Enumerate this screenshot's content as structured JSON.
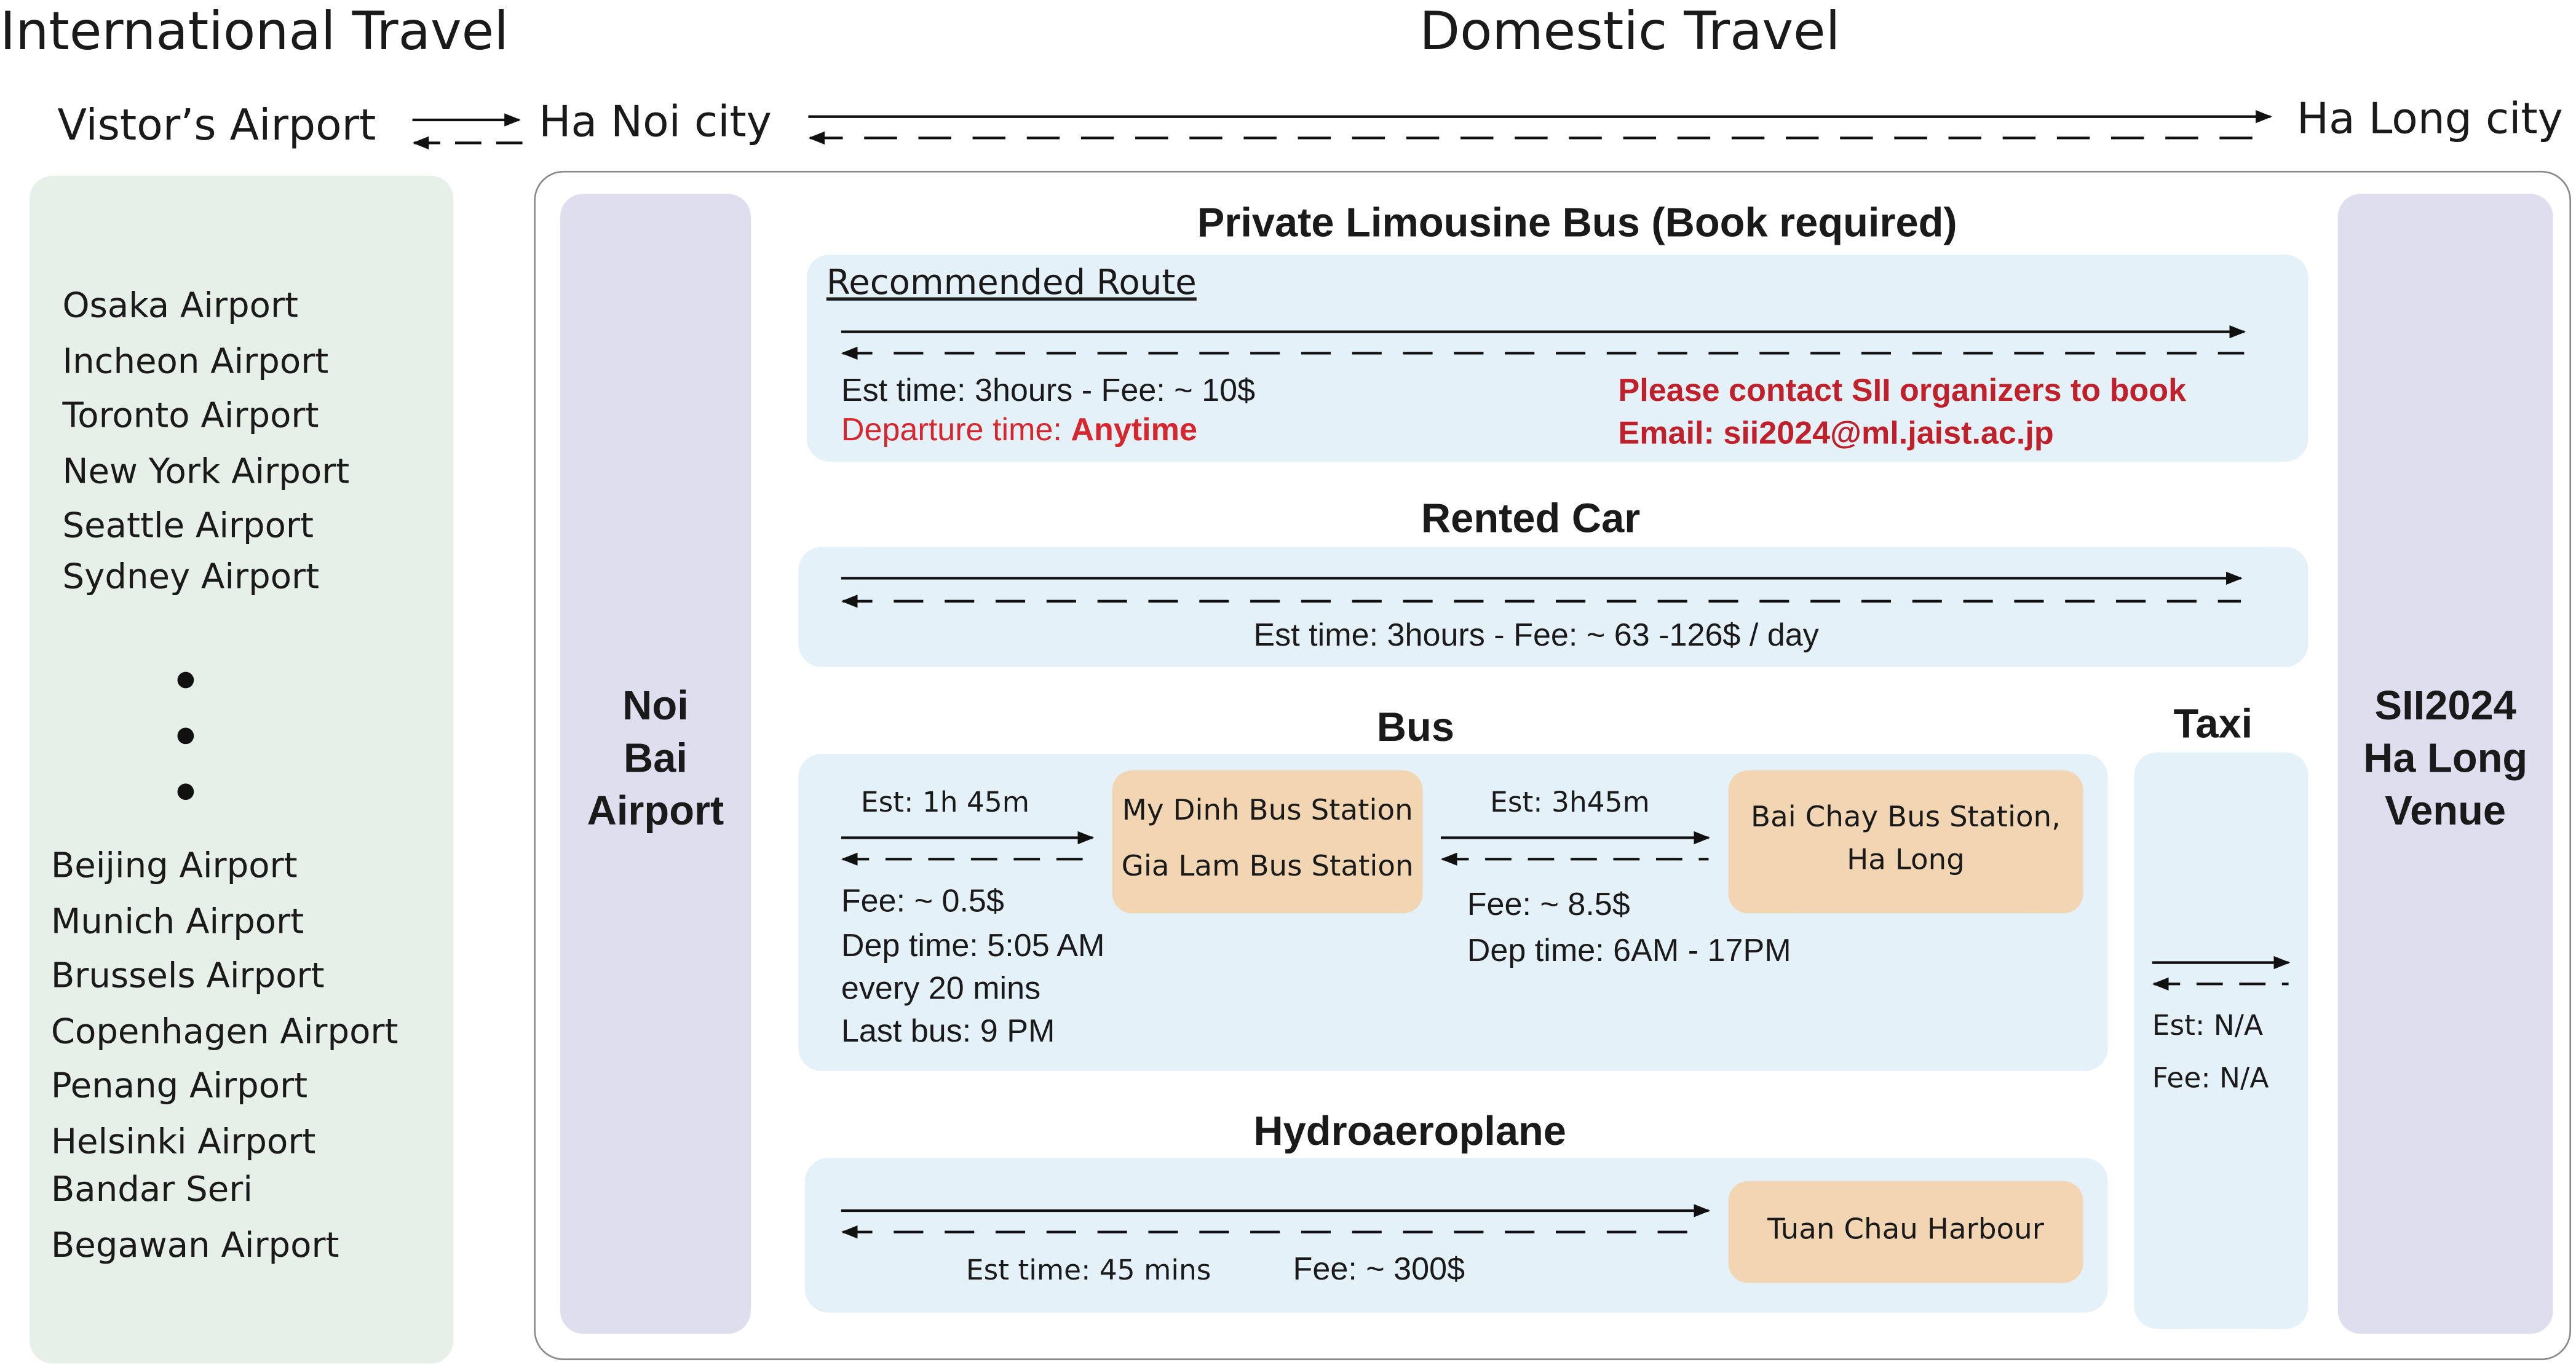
{
  "headings": {
    "international": "International Travel",
    "domestic": "Domestic Travel"
  },
  "cities": {
    "origin": "Vistor’s Airport",
    "hanoi": "Ha Noi city",
    "halong": "Ha Long city"
  },
  "airports_top": [
    "Osaka Airport",
    "Incheon Airport",
    "Toronto Airport",
    "New York Airport",
    "Seattle Airport",
    "Sydney Airport"
  ],
  "airports_bottom": [
    "Beijing Airport",
    "Munich Airport",
    "Brussels Airport",
    "Copenhagen Airport",
    "Penang Airport",
    "Helsinki Airport",
    "Bandar Seri",
    "Begawan Airport"
  ],
  "noi_bai": [
    "Noi",
    "Bai",
    "Airport"
  ],
  "venue": [
    "SII2024",
    "Ha Long",
    "Venue"
  ],
  "limousine": {
    "title": "Private Limousine Bus (Book required)",
    "recommended": "Recommended Route",
    "est": "Est time: 3hours - Fee: ~ 10$",
    "departure_label": "Departure time: ",
    "departure_value": "Anytime",
    "contact": "Please contact SII organizers to book",
    "email": "Email: sii2024@ml.jaist.ac.jp"
  },
  "rented_car": {
    "title": "Rented Car",
    "est": "Est time: 3hours - Fee: ~ 63 -126$ / day"
  },
  "bus": {
    "title": "Bus",
    "leg1_est": "Est: 1h 45m",
    "leg1_fee": "Fee: ~ 0.5$",
    "leg1_dep": "Dep time: 5:05 AM",
    "leg1_every": "every 20 mins",
    "leg1_last": "Last bus: 9 PM",
    "station1_line1": "My Dinh Bus Station",
    "station1_line2": "Gia Lam Bus Station",
    "leg2_est": "Est: 3h45m",
    "leg2_fee": "Fee: ~ 8.5$",
    "leg2_dep": "Dep time: 6AM - 17PM",
    "station2_line1": "Bai Chay Bus Station,",
    "station2_line2": "Ha Long"
  },
  "hydroaeroplane": {
    "title": "Hydroaeroplane",
    "est": "Est time: 45 mins",
    "fee": "Fee: ~ 300$",
    "harbour": "Tuan Chau Harbour"
  },
  "taxi": {
    "title": "Taxi",
    "est": "Est: N/A",
    "fee": "Fee: N/A"
  },
  "colors": {
    "green_panel": "#e6efe8",
    "purple_panel": "#dfdeee",
    "blue_panel": "#e4f1f9",
    "tan_box": "#f2d6b3",
    "red_text": "#d6262e"
  }
}
